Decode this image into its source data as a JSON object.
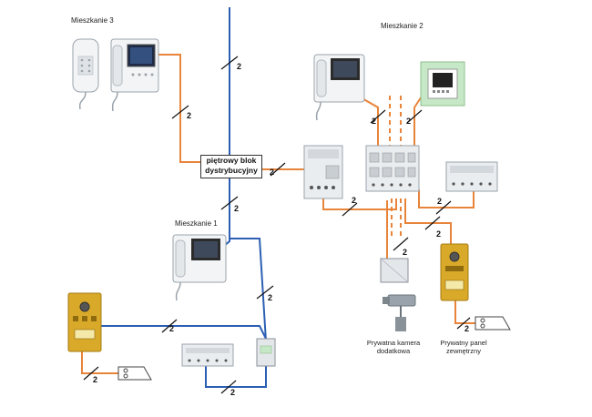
{
  "labels": {
    "apartment_3": "Mieszkanie 3",
    "apartment_2": "Mieszkanie 2",
    "apartment_1": "Mieszkanie 1",
    "distribution_block": "piętrowy blok dystrybucyjny",
    "private_camera": "Prywatna kamera dodatkowa",
    "private_panel": "Prywatny panel zewnętrzny"
  },
  "wire_count": "2",
  "colors": {
    "riser_line": "#2b5fb3",
    "apartment_line": "#e8843a",
    "panel_gold": "#d9a92a",
    "device_body": "#eceff2"
  }
}
